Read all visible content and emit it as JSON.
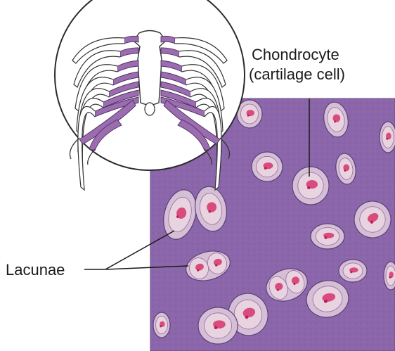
{
  "labels": {
    "chondrocyte_line1": "Chondrocyte",
    "chondrocyte_line2": "(cartilage cell)",
    "lacunae": "Lacunae"
  },
  "colors": {
    "matrix": "#8b66aa",
    "lacuna_fill": "#d4bfd6",
    "cell_fill": "#e8d3e0",
    "nucleus": "#d6336a",
    "costal_cartilage": "#9b6cb0",
    "rib_outline": "#333333",
    "circle_border": "#2a2a2a"
  }
}
